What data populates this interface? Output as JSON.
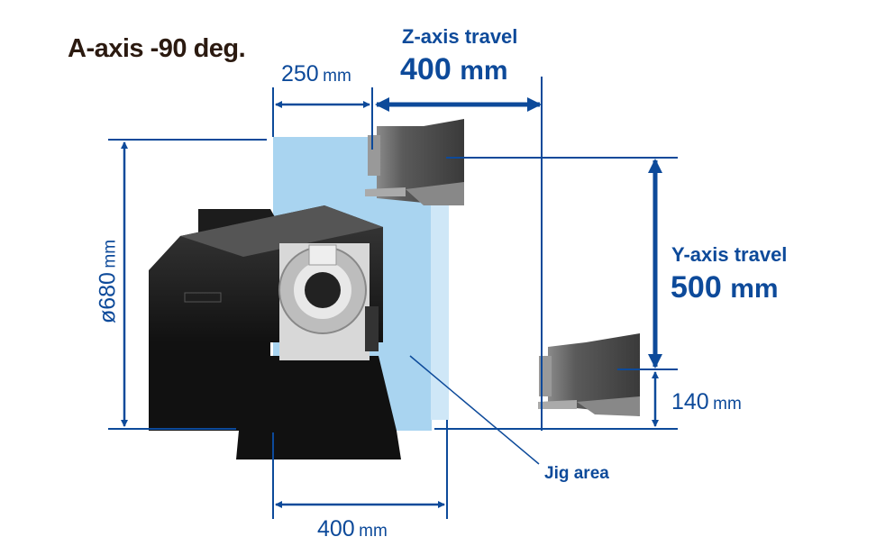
{
  "title": "A-axis -90 deg.",
  "z_axis": {
    "label": "Z-axis travel",
    "value": "400",
    "unit": "mm"
  },
  "y_axis": {
    "label": "Y-axis travel",
    "value": "500",
    "unit": "mm"
  },
  "dims": {
    "top_offset": {
      "value": "250",
      "unit": "mm"
    },
    "diameter": {
      "value": "ø680",
      "unit": "mm"
    },
    "bottom_offset": {
      "value": "140",
      "unit": "mm"
    },
    "jig_width": {
      "value": "400",
      "unit": "mm"
    }
  },
  "jig_label": "Jig area",
  "colors": {
    "accent": "#0d4a9a",
    "jig": "#a9d4f0",
    "machine": "#2e2e2e"
  }
}
